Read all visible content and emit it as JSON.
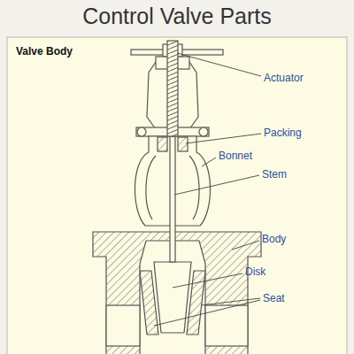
{
  "diagram": {
    "title": "Control Valve Parts",
    "labels": [
      "Valve Body",
      "Actuator",
      "Packing",
      "Bonnet",
      "Stem",
      "Body",
      "Disk",
      "Seat"
    ]
  }
}
